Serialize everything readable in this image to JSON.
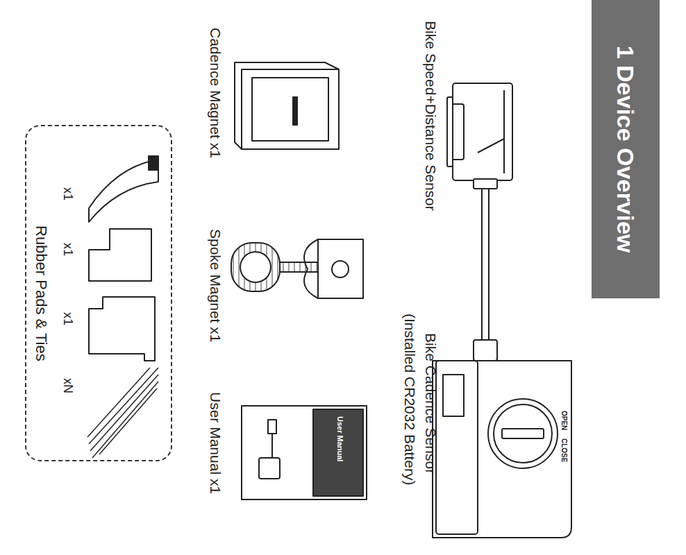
{
  "diagram": {
    "title": "1 Device Overview",
    "nodes": [
      {
        "text": [
          "Rubber Pads & Ties"
        ]
      }
    ],
    "labels": [
      "Bike Speed+Distance Sensor",
      "Bike Cadence Sensor",
      "(Installed CR2032 Battery)",
      "OPEN",
      "CLOSE",
      "Cadence Magnet x1",
      "Spoke Magnet x1",
      "User Manual",
      "User Manual x1",
      "x1",
      "x1",
      "x1",
      "xN"
    ]
  }
}
